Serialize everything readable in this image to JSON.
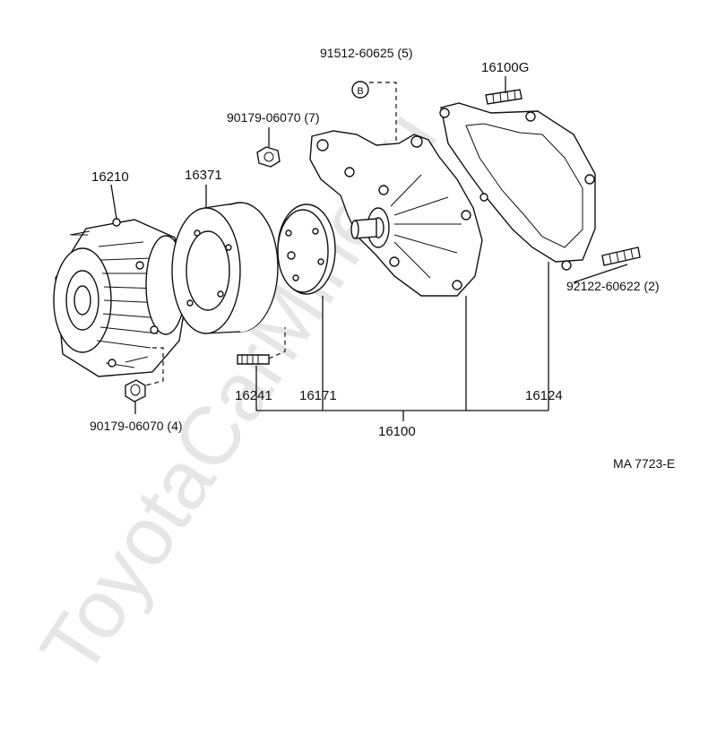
{
  "watermark": "ToyotaCarMine.ru",
  "figure_code": "MA 7723-E",
  "callouts": {
    "bolt_b": "91512-60625 (5)",
    "stud_top": "16100G",
    "nut_top": "90179-06070 (7)",
    "fan_clutch": "16210",
    "pulley": "16371",
    "stud_right": "92122-60622 (2)",
    "stud_left": "16241",
    "plate": "16171",
    "gasket": "16124",
    "nut_bottom": "90179-06070 (4)",
    "assembly": "16100"
  },
  "bolt_marker": "B"
}
